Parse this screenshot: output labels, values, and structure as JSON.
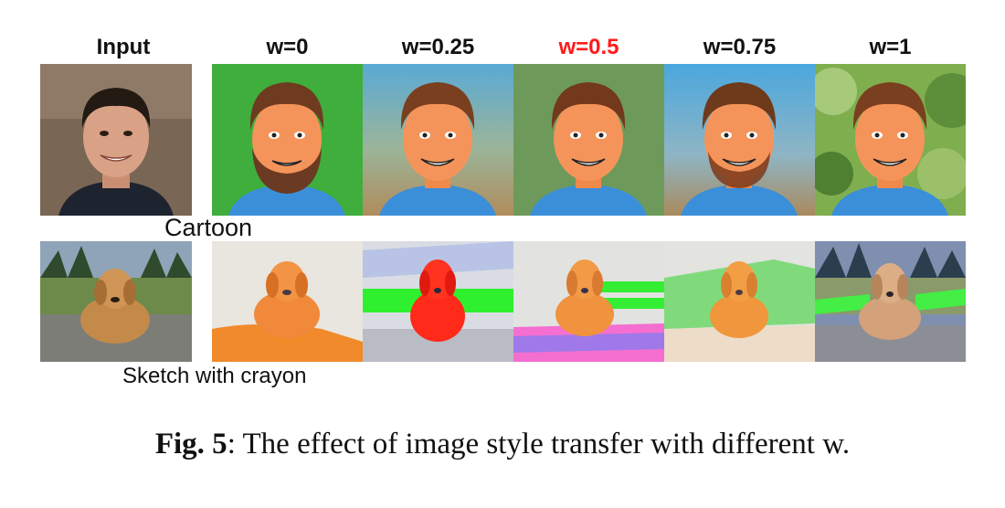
{
  "figure": {
    "column_headers": {
      "input": "Input",
      "w0": "w=0",
      "w025": "w=0.25",
      "w05": "w=0.5",
      "w075": "w=0.75",
      "w1": "w=1"
    },
    "highlight_color": "#ff1a1a",
    "rows": {
      "cartoon_label": "Cartoon",
      "sketch_label": "Sketch with crayon"
    },
    "caption": {
      "label": "Fig. 5",
      "text": ": The effect of image style transfer with different w."
    }
  }
}
